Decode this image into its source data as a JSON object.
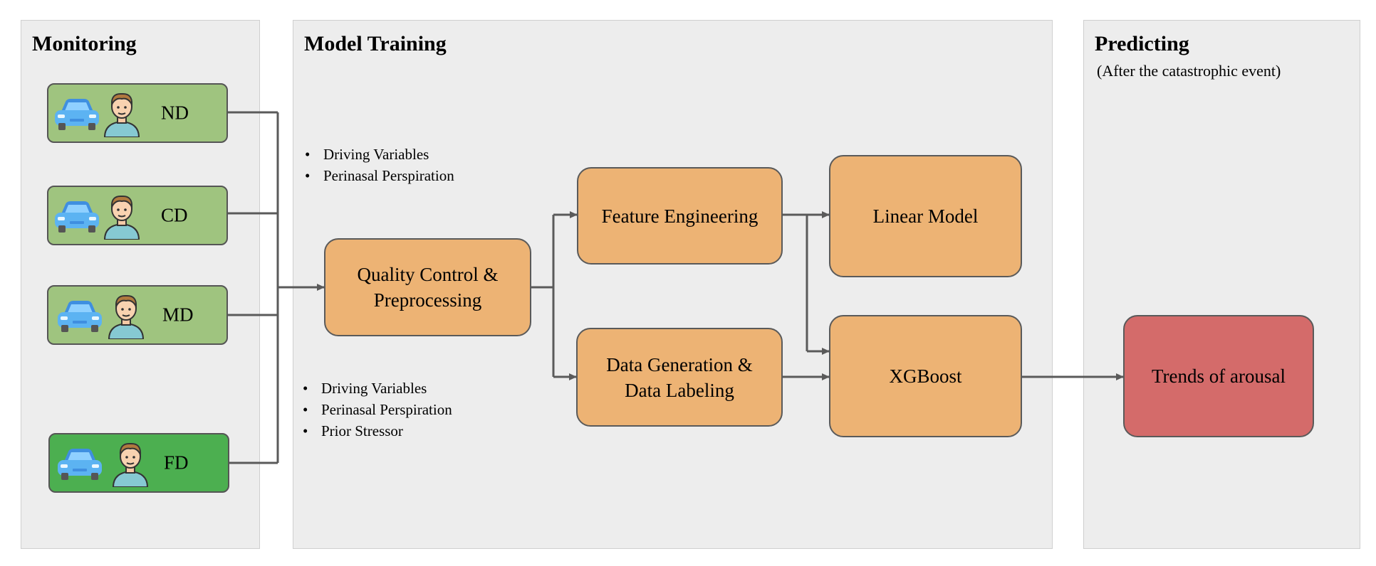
{
  "panels": {
    "monitoring": {
      "title": "Monitoring"
    },
    "training": {
      "title": "Model Training"
    },
    "predicting": {
      "title": "Predicting",
      "subtitle": "(After the catastrophic event)"
    }
  },
  "drivers": [
    {
      "label": "ND",
      "icons": [
        "car-icon",
        "driver-avatar-icon"
      ]
    },
    {
      "label": "CD",
      "icons": [
        "car-icon",
        "driver-avatar-icon"
      ]
    },
    {
      "label": "MD",
      "icons": [
        "car-icon",
        "driver-avatar-icon"
      ]
    },
    {
      "label": "FD",
      "icons": [
        "car-icon",
        "driver-avatar-icon"
      ]
    }
  ],
  "bullets_top": [
    "Driving Variables",
    "Perinasal Perspiration"
  ],
  "bullets_bottom": [
    "Driving Variables",
    "Perinasal Perspiration",
    "Prior Stressor"
  ],
  "boxes": {
    "quality": "Quality Control &\nPreprocessing",
    "feature": "Feature Engineering",
    "datagen": "Data Generation &\nData Labeling",
    "linear": "Linear Model",
    "xgboost": "XGBoost",
    "trends": "Trends of arousal"
  },
  "colors": {
    "driver_box": "#9fc47f",
    "driver_box_highlight": "#4caf50",
    "process_box": "#edb374",
    "output_box": "#d46b6a",
    "panel_bg": "#ededed",
    "arrow": "#5a5a5a"
  }
}
